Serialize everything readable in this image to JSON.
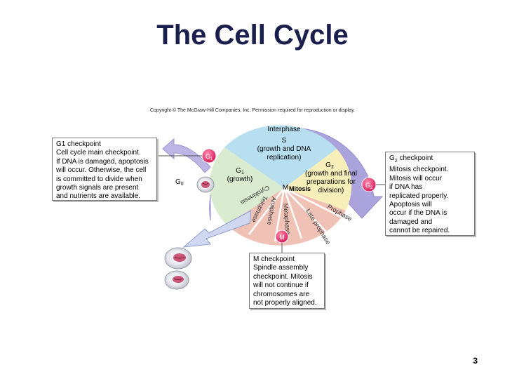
{
  "title": "The Cell Cycle",
  "copyright": "Copyright © The McGraw-Hill Companies, Inc. Permission required for reproduction or display.",
  "page_number": "3",
  "diagram": {
    "interphase_label": "Interphase",
    "s_phase": {
      "name": "S",
      "line1": "(growth and DNA",
      "line2": "replication)"
    },
    "g2_phase": {
      "name": "G",
      "sub": "2",
      "line1": "(growth and final",
      "line2": "preparations for",
      "line3": "division)"
    },
    "g1_phase": {
      "name": "G",
      "sub": "1",
      "line1": "(growth)"
    },
    "m_label": "M",
    "mitosis_label": "Mitosis",
    "g1_marker": {
      "name": "G",
      "sub": "1"
    },
    "g0_marker": {
      "name": "G",
      "sub": "0"
    },
    "g2_marker": {
      "name": "G",
      "sub": "2"
    },
    "m_marker": "M",
    "m_phases": [
      "Prophase",
      "Late prophase",
      "Metaphase",
      "Anaphase",
      "Telophase",
      "Cytokinesis"
    ],
    "colors": {
      "s": "#b7dff0",
      "g2": "#f6efb9",
      "g1": "#d9ecd0",
      "m": "#f0c2b6",
      "arrow": "#a39ad8",
      "marker": "#ef2c6e",
      "cell": "#c33a5f"
    }
  },
  "g1_checkpoint": {
    "lines": [
      "G1 checkpoint",
      "Cell cycle main checkpoint.",
      "If DNA is damaged, apoptosis",
      "will occur. Otherwise, the cell",
      "is committed to divide when",
      "growth signals are present",
      "and nutrients are available."
    ]
  },
  "g2_checkpoint": {
    "heading_letter": "G",
    "heading_sub": "2",
    "heading_rest": " checkpoint",
    "lines": [
      "Mitosis checkpoint.",
      "Mitosis will occur",
      "if DNA has",
      "replicated properly.",
      "Apoptosis will",
      "occur if the DNA is",
      "damaged and",
      "cannot be repaired."
    ]
  },
  "m_checkpoint": {
    "lines": [
      "M checkpoint",
      "Spindle assembly",
      "checkpoint. Mitosis",
      "will not continue if",
      "chromosomes are",
      "not properly aligned."
    ]
  }
}
